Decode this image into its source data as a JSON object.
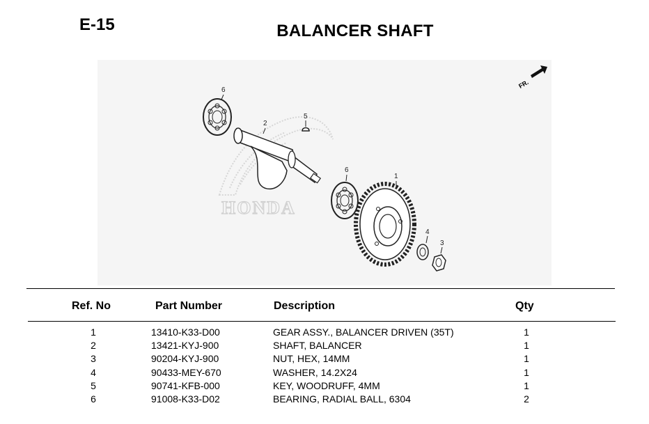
{
  "page": {
    "code": "E-15",
    "title": "BALANCER SHAFT"
  },
  "diagram": {
    "watermark": "HONDA",
    "direction_label": "FR.",
    "callouts": [
      "1",
      "2",
      "3",
      "4",
      "5",
      "6",
      "6"
    ]
  },
  "table": {
    "headers": {
      "ref": "Ref. No",
      "part": "Part Number",
      "desc": "Description",
      "qty": "Qty"
    },
    "rows": [
      {
        "ref": "1",
        "part": "13410-K33-D00",
        "desc": "GEAR ASSY., BALANCER DRIVEN (35T)",
        "qty": "1"
      },
      {
        "ref": "2",
        "part": "13421-KYJ-900",
        "desc": "SHAFT, BALANCER",
        "qty": "1"
      },
      {
        "ref": "3",
        "part": "90204-KYJ-900",
        "desc": "NUT, HEX, 14MM",
        "qty": "1"
      },
      {
        "ref": "4",
        "part": "90433-MEY-670",
        "desc": "WASHER, 14.2X24",
        "qty": "1"
      },
      {
        "ref": "5",
        "part": "90741-KFB-000",
        "desc": "KEY, WOODRUFF, 4MM",
        "qty": "1"
      },
      {
        "ref": "6",
        "part": "91008-K33-D02",
        "desc": "BEARING, RADIAL BALL, 6304",
        "qty": "2"
      }
    ]
  }
}
